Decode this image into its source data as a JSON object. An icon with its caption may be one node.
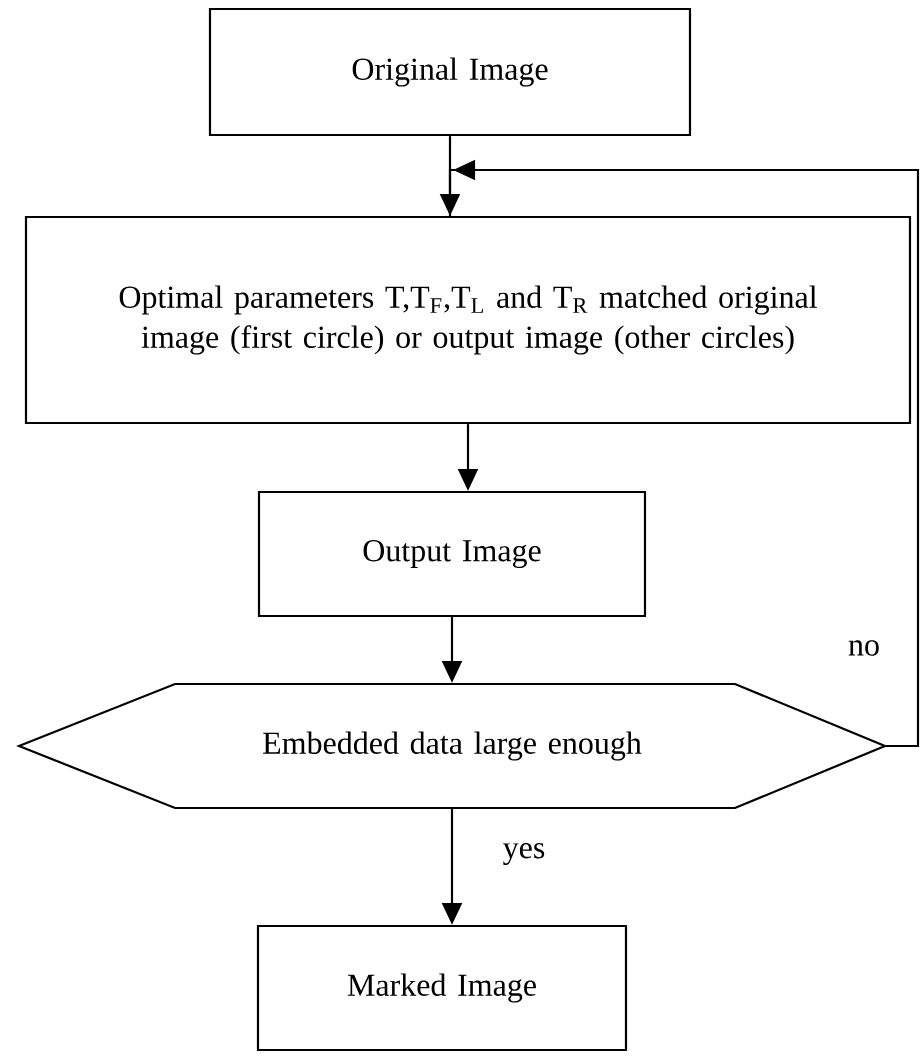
{
  "diagram": {
    "nodes": [
      {
        "text": [
          "Original Image"
        ]
      },
      {
        "text": [
          "Optimal parameters T,T$_{F}$,T$_{L}$ and T$_{R}$ matched original image (first circle) or output image (other circles)"
        ]
      },
      {
        "text": [
          "Output Image"
        ]
      },
      {
        "text": [
          "Embedded data large enough"
        ]
      },
      {
        "text": [
          "Marked Image"
        ]
      }
    ],
    "edges": [
      {
        "from": 0,
        "to": 1,
        "arrow": "to"
      },
      {
        "from": 1,
        "to": 2,
        "arrow": "to"
      },
      {
        "from": 2,
        "to": 3,
        "arrow": "to"
      },
      {
        "from": 3,
        "to": 4,
        "arrow": "to",
        "label": "yes"
      },
      {
        "from": 3,
        "to": 1,
        "arrow": "to",
        "label": "no"
      }
    ]
  }
}
